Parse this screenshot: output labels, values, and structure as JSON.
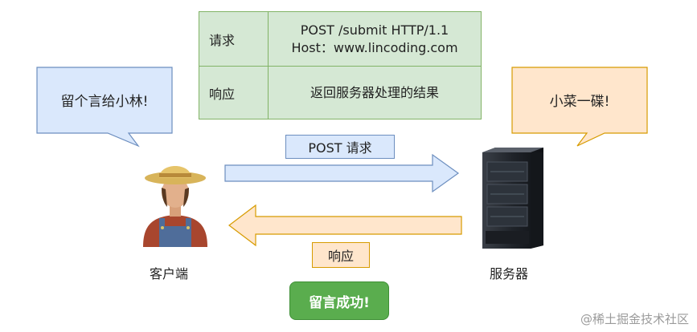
{
  "table": {
    "rows": [
      {
        "key": "请求",
        "value_line1": "POST /submit HTTP/1.1",
        "value_line2": "Host：www.lincoding.com"
      },
      {
        "key": "响应",
        "value_line1": "返回服务器处理的结果"
      }
    ]
  },
  "bubbles": {
    "client": "留个言给小林!",
    "server": "小菜一碟!"
  },
  "labels": {
    "post_request": "POST  请求",
    "response": "响应",
    "client": "客户端",
    "server": "服务器"
  },
  "success_button": "留言成功!",
  "watermark": "@稀土掘金技术社区",
  "colors": {
    "table_fill": "#d5e8d4",
    "table_border": "#82b366",
    "client_bubble_fill": "#dae8fc",
    "client_bubble_border": "#6c8ebf",
    "server_bubble_fill": "#ffe6cc",
    "server_bubble_border": "#d79b00",
    "success_fill": "#5aad4e"
  }
}
